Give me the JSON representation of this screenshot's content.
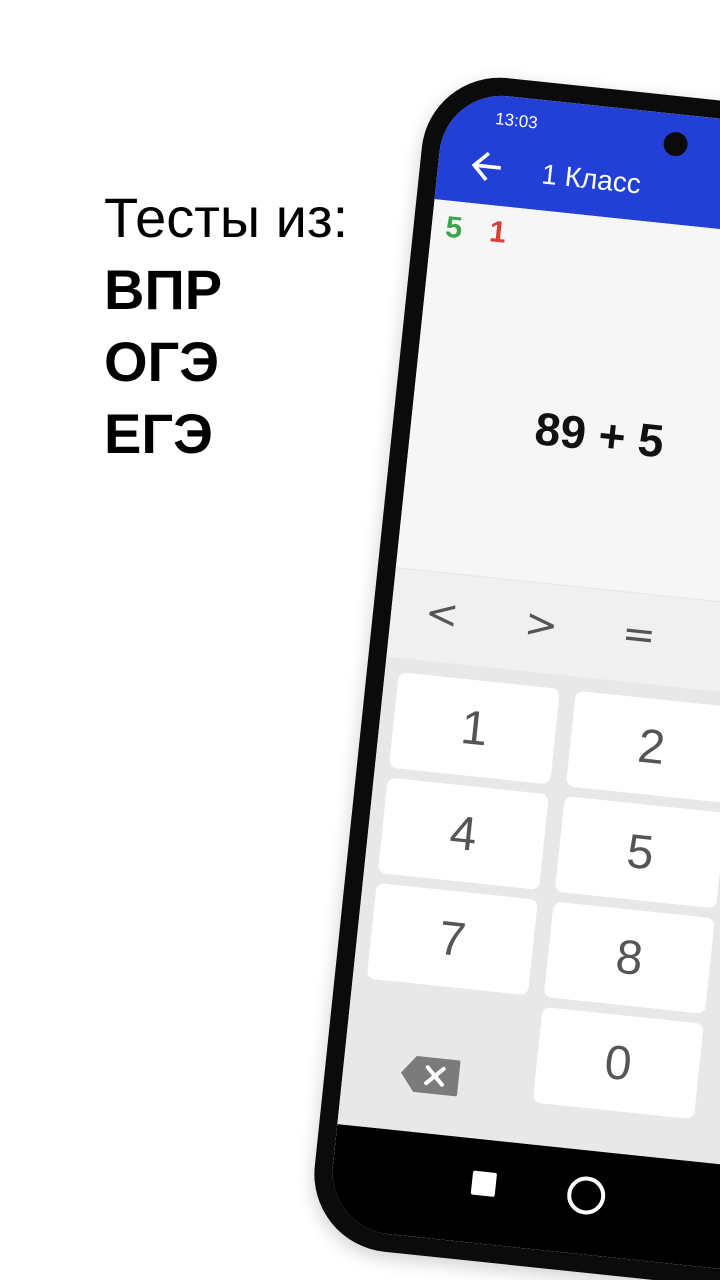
{
  "promo": {
    "title": "Тесты из:",
    "lines": [
      "ВПР",
      "ОГЭ",
      "ЕГЭ"
    ]
  },
  "status_bar": {
    "time": "13:03"
  },
  "toolbar": {
    "title": "1 Класс"
  },
  "scores": {
    "correct": "5",
    "wrong": "1"
  },
  "question": {
    "expression": "89 + 5"
  },
  "operators": [
    "<",
    ">",
    "="
  ],
  "keypad": {
    "keys": [
      "1",
      "2",
      "4",
      "5",
      "7",
      "8",
      "0"
    ]
  },
  "colors": {
    "appbar": "#2340d6",
    "correct": "#3aa549",
    "wrong": "#e23b34"
  }
}
